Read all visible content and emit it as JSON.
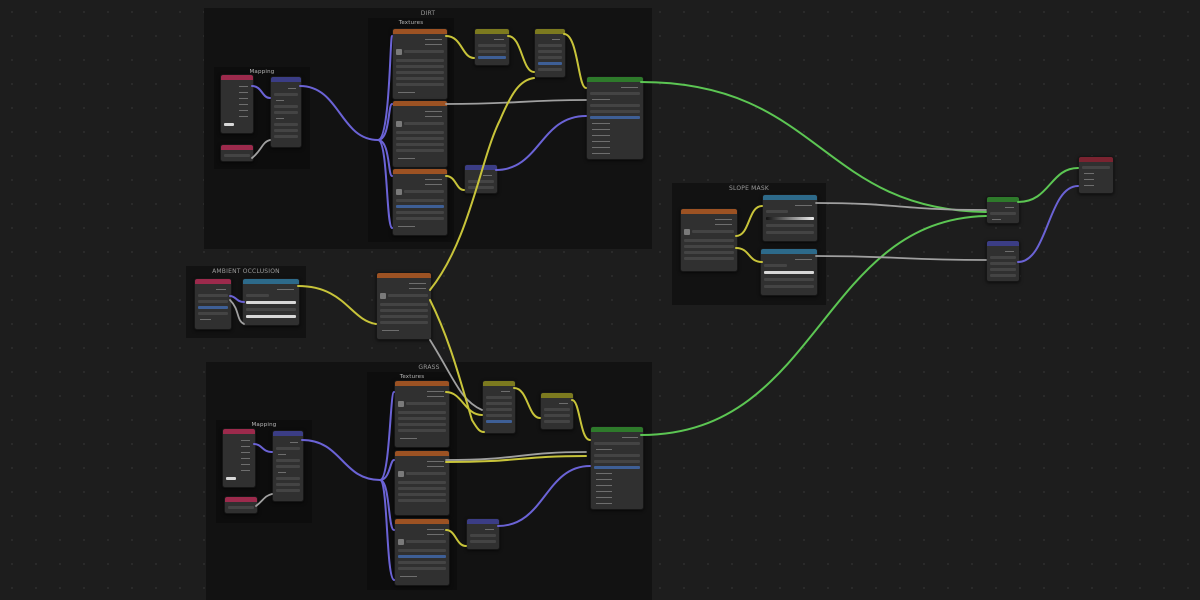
{
  "colors": {
    "texture_header": "#9c5223",
    "vector_header": "#3b3d85",
    "input_header": "#9c2a4c",
    "color_header": "#7c7a1f",
    "shader_header": "#2e7a2b",
    "converter_header": "#2d6a8a",
    "output_header": "#7a2330",
    "link_color": "#c8c43a",
    "link_vector": "#6b63d6",
    "link_shader": "#5cc653",
    "link_gray": "#a0a0a0"
  },
  "frames": {
    "top_material": {
      "label": "DIRT"
    },
    "top_textures": {
      "label": "Textures"
    },
    "top_mapping": {
      "label": "Mapping"
    },
    "ambient_occlusion": {
      "label": "AMBIENT OCCLUSION"
    },
    "slope_mask": {
      "label": "SLOPE MASK"
    },
    "bottom_material": {
      "label": "GRASS"
    },
    "bottom_textures": {
      "label": "Textures"
    },
    "bottom_mapping": {
      "label": "Mapping"
    }
  }
}
